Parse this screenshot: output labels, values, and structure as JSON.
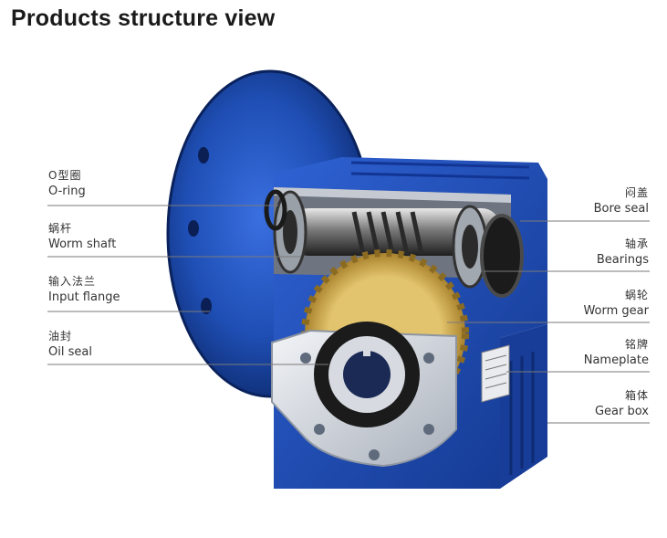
{
  "title": "Products structure view",
  "colors": {
    "housing_blue": "#1f4fb5",
    "housing_dark": "#0f2f7a",
    "aluminum": "#d9dde4",
    "bronze_gear": "#d6b35a",
    "leader_line": "#777777"
  },
  "labels": {
    "left": [
      {
        "zh": "O型圈",
        "en": "O-ring"
      },
      {
        "zh": "蜗杆",
        "en": "Worm shaft"
      },
      {
        "zh": "输入法兰",
        "en": "Input flange"
      },
      {
        "zh": "油封",
        "en": "Oil seal"
      }
    ],
    "right": [
      {
        "zh": "闷盖",
        "en": "Bore seal"
      },
      {
        "zh": "轴承",
        "en": "Bearings"
      },
      {
        "zh": "蜗轮",
        "en": "Worm gear"
      },
      {
        "zh": "铭牌",
        "en": "Nameplate"
      },
      {
        "zh": "箱体",
        "en": "Gear box"
      }
    ]
  }
}
